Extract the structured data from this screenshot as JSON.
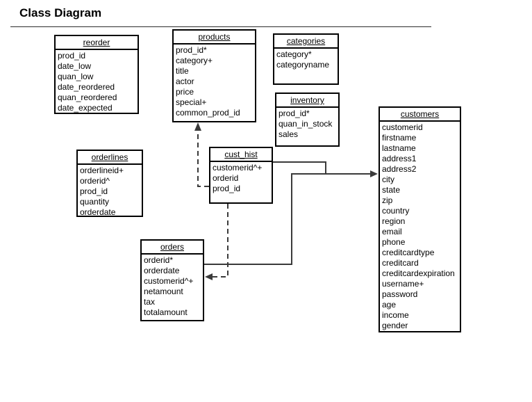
{
  "page": {
    "title": "Class Diagram"
  },
  "entities": [
    {
      "name": "reorder",
      "fields": [
        "prod_id",
        "date_low",
        "quan_low",
        "date_reordered",
        "quan_reordered",
        "date_expected"
      ]
    },
    {
      "name": "products",
      "fields": [
        "prod_id*",
        "category+",
        "title",
        "actor",
        "price",
        "special+",
        "common_prod_id"
      ]
    },
    {
      "name": "categories",
      "fields": [
        "category*",
        "categoryname"
      ]
    },
    {
      "name": "inventory",
      "fields": [
        "prod_id*",
        "quan_in_stock",
        "sales"
      ]
    },
    {
      "name": "customers",
      "fields": [
        "customerid",
        "firstname",
        "lastname",
        "address1",
        "address2",
        "city",
        "state",
        "zip",
        "country",
        "region",
        "email",
        "phone",
        "creditcardtype",
        "creditcard",
        "creditcardexpiration",
        "username+",
        "password",
        "age",
        "income",
        "gender"
      ]
    },
    {
      "name": "orderlines",
      "fields": [
        "orderlineid+",
        "orderid^",
        "prod_id",
        "quantity",
        "orderdate"
      ]
    },
    {
      "name": "cust_hist",
      "fields": [
        "customerid^+",
        "orderid",
        "prod_id"
      ]
    },
    {
      "name": "orders",
      "fields": [
        "orderid*",
        "orderdate",
        "customerid^+",
        "netamount",
        "tax",
        "totalamount"
      ]
    }
  ],
  "connectors": [
    {
      "from": "cust_hist",
      "to": "products",
      "style": "dashed",
      "arrow_at": "products-bottom"
    },
    {
      "from": "cust_hist",
      "to": "customers",
      "style": "solid",
      "arrow_at": "customers-left"
    },
    {
      "from": "orders",
      "to": "customers",
      "style": "solid",
      "arrow_at": "customers-left"
    },
    {
      "from": "cust_hist",
      "to": "orders",
      "style": "dashed",
      "arrow_at": "orders-right"
    }
  ],
  "colors": {
    "background": "#ffffff",
    "box_border": "#000000",
    "text": "#000000",
    "connector": "#3a3a3a"
  }
}
